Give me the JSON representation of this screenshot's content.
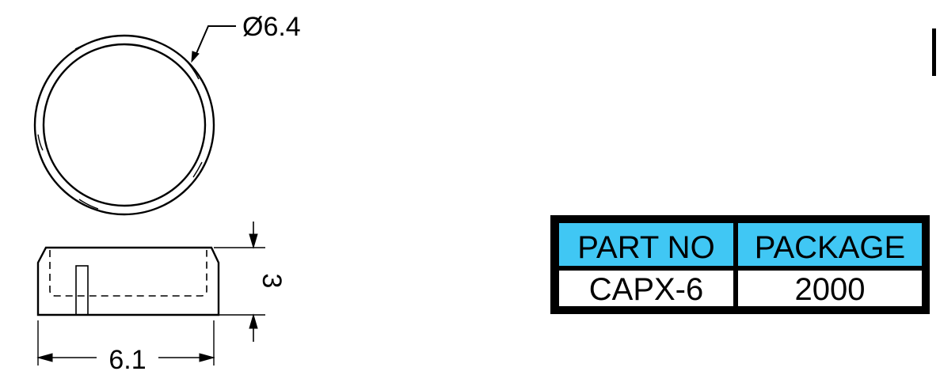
{
  "dimensions": {
    "diameter": "Ø6.4",
    "height": "3",
    "width": "6.1"
  },
  "table": {
    "headers": [
      "PART NO",
      "PACKAGE"
    ],
    "rows": [
      [
        "CAPX-6",
        "2000"
      ]
    ],
    "header_color": "#40c7f4",
    "border_color": "#000000"
  }
}
